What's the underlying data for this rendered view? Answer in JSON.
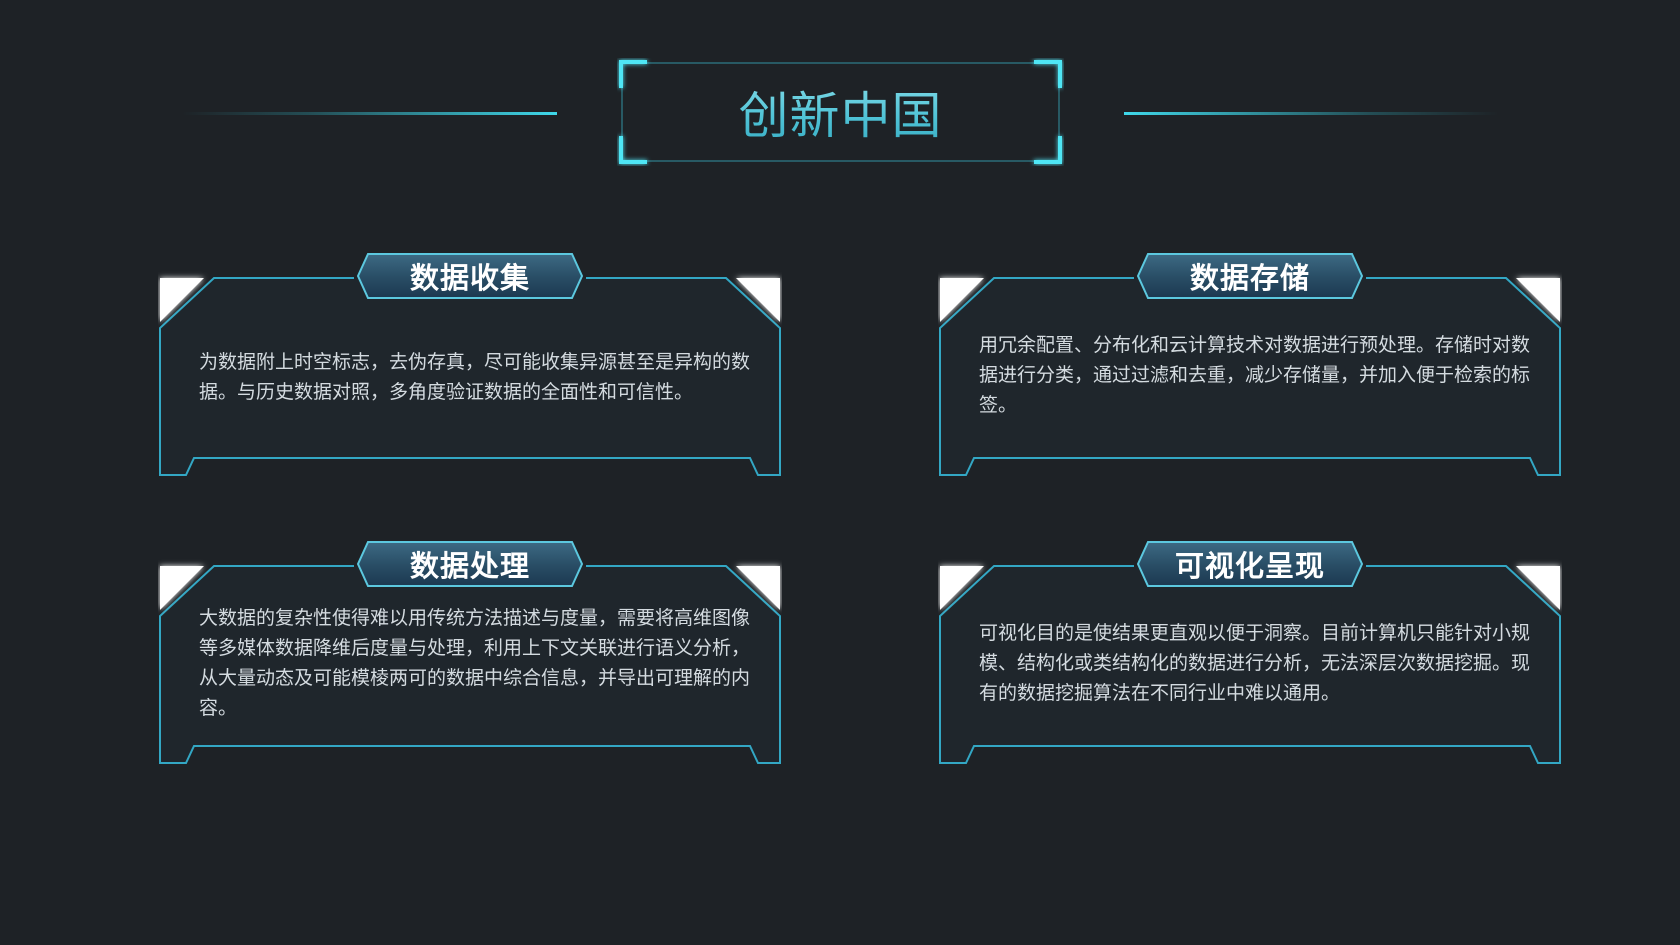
{
  "page": {
    "title": "创新中国"
  },
  "theme": {
    "background": "#1e2226",
    "accent": "#3fd8ea",
    "frame_line": "#33a7c4",
    "body_text": "#d4dbe0"
  },
  "cards": [
    {
      "title": "数据收集",
      "body": "为数据附上时空标志，去伪存真，尽可能收集异源甚至是异构的数据。与历史数据对照，多角度验证数据的全面性和可信性。"
    },
    {
      "title": "数据存储",
      "body": "用冗余配置、分布化和云计算技术对数据进行预处理。存储时对数据进行分类，通过过滤和去重，减少存储量，并加入便于检索的标签。"
    },
    {
      "title": "数据处理",
      "body": "大数据的复杂性使得难以用传统方法描述与度量，需要将高维图像等多媒体数据降维后度量与处理，利用上下文关联进行语义分析，从大量动态及可能模棱两可的数据中综合信息，并导出可理解的内容。"
    },
    {
      "title": "可视化呈现",
      "body": "可视化目的是使结果更直观以便于洞察。目前计算机只能针对小规模、结构化或类结构化的数据进行分析，无法深层次数据挖掘。现有的数据挖掘算法在不同行业中难以通用。"
    }
  ]
}
